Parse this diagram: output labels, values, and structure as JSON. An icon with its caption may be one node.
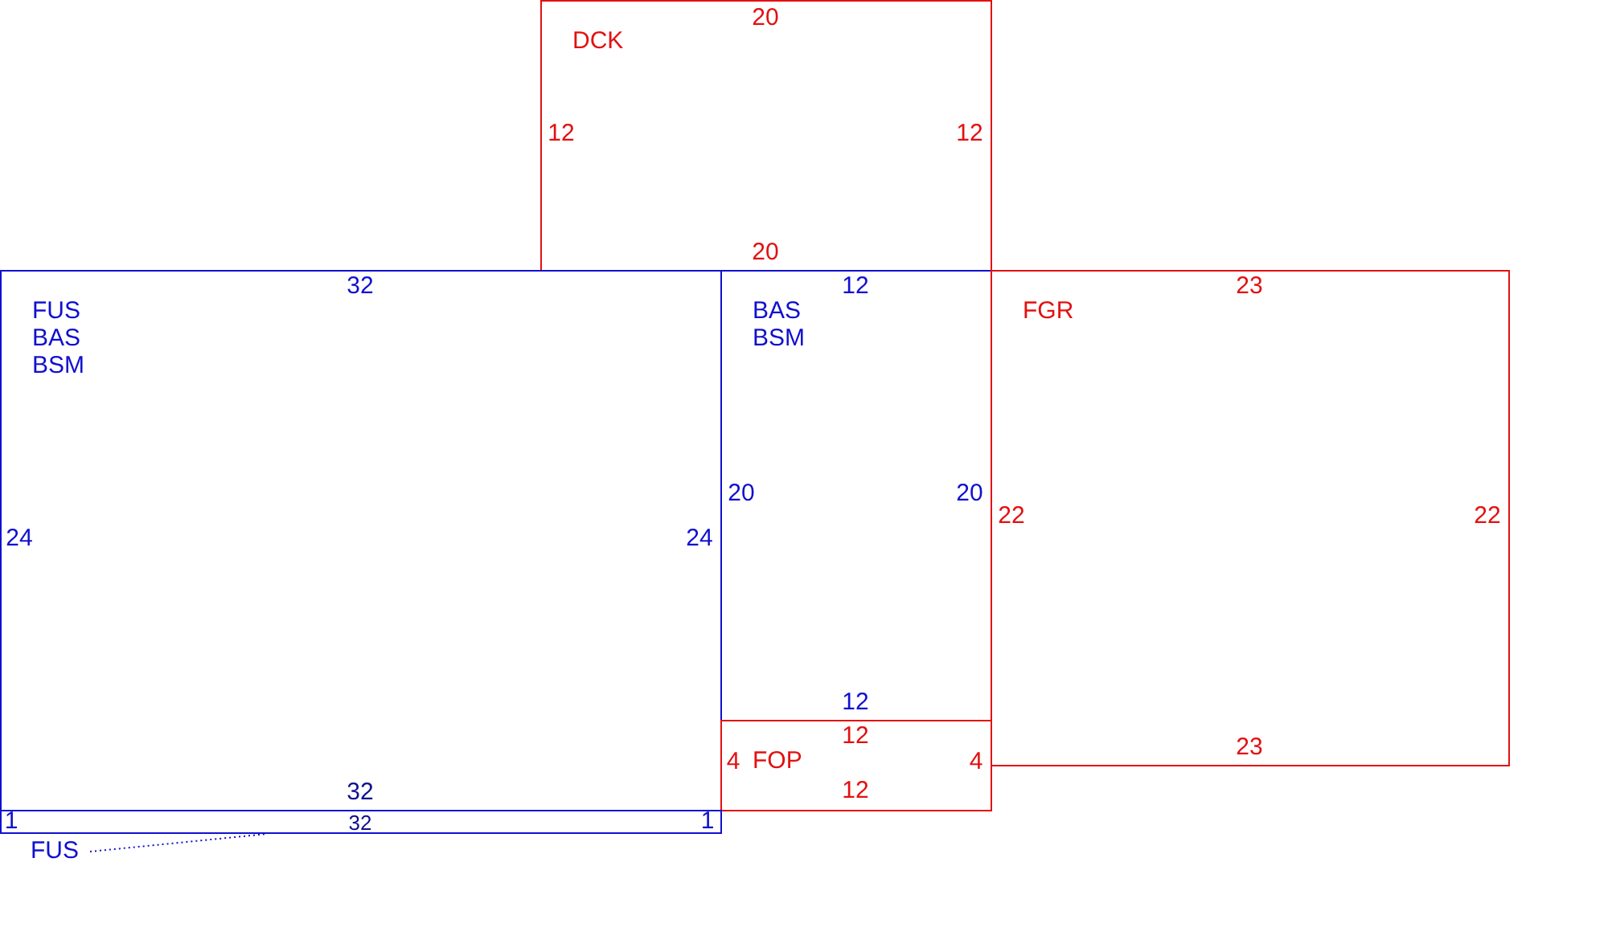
{
  "diagram": {
    "nodes": [
      {
        "text": [
          "DCK"
        ]
      },
      {
        "text": [
          "FUS",
          "BAS",
          "BSM"
        ]
      },
      {
        "text": [
          "BAS",
          "BSM"
        ]
      },
      {
        "text": [
          "FGR"
        ]
      },
      {
        "text": [
          "FOP"
        ]
      },
      {
        "text": [],
        "shape": "box"
      },
      {
        "text": [
          "FUS"
        ]
      }
    ],
    "edges": [
      {
        "from": 6,
        "to": 5,
        "arrow": "none",
        "style": "dashed"
      }
    ],
    "labels": [
      "20",
      "12",
      "12",
      "20",
      "32",
      "12",
      "23",
      "20",
      "20",
      "22",
      "22",
      "24",
      "24",
      "12",
      "12",
      "23",
      "4",
      "4",
      "32",
      "12",
      "1",
      "32",
      "1"
    ]
  }
}
